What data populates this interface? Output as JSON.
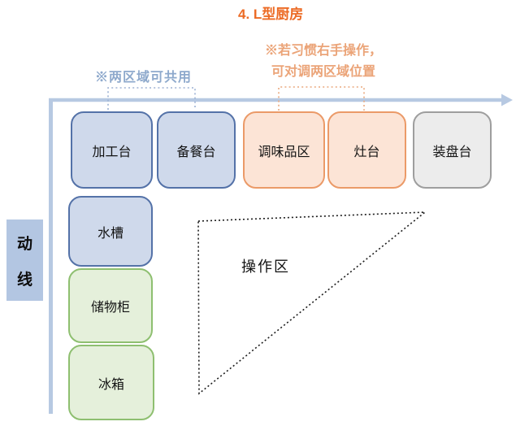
{
  "title": "4. L型厨房",
  "annotations": {
    "shared_note": "※两区域可共用",
    "swap_note_line1": "※若习惯右手操作，",
    "swap_note_line2": "可对调两区域位置"
  },
  "flow_label": "动线",
  "zones": {
    "processing": "加工台",
    "prep": "备餐台",
    "condiment": "调味品区",
    "stove": "灶台",
    "plating": "装盘台",
    "sink": "水槽",
    "storage": "储物柜",
    "fridge": "冰箱"
  },
  "work_area_label": "操作区",
  "colors": {
    "title_text": "#ec6b25",
    "shared_note_text": "#8ea9cc",
    "swap_note_text": "#eba478",
    "flow_line": "#b7c9e2",
    "flow_label_bg": "#b3c6e2",
    "blue_zone_fill": "#cfd9eb",
    "blue_zone_border": "#5472a8",
    "orange_zone_fill": "#fce4d6",
    "orange_zone_border": "#eb9a68",
    "gray_zone_fill": "#ececec",
    "gray_zone_border": "#9e9e9e",
    "green_zone_fill": "#e5f0db",
    "green_zone_border": "#8ebf70",
    "work_triangle_stroke": "#1c1c1c"
  }
}
